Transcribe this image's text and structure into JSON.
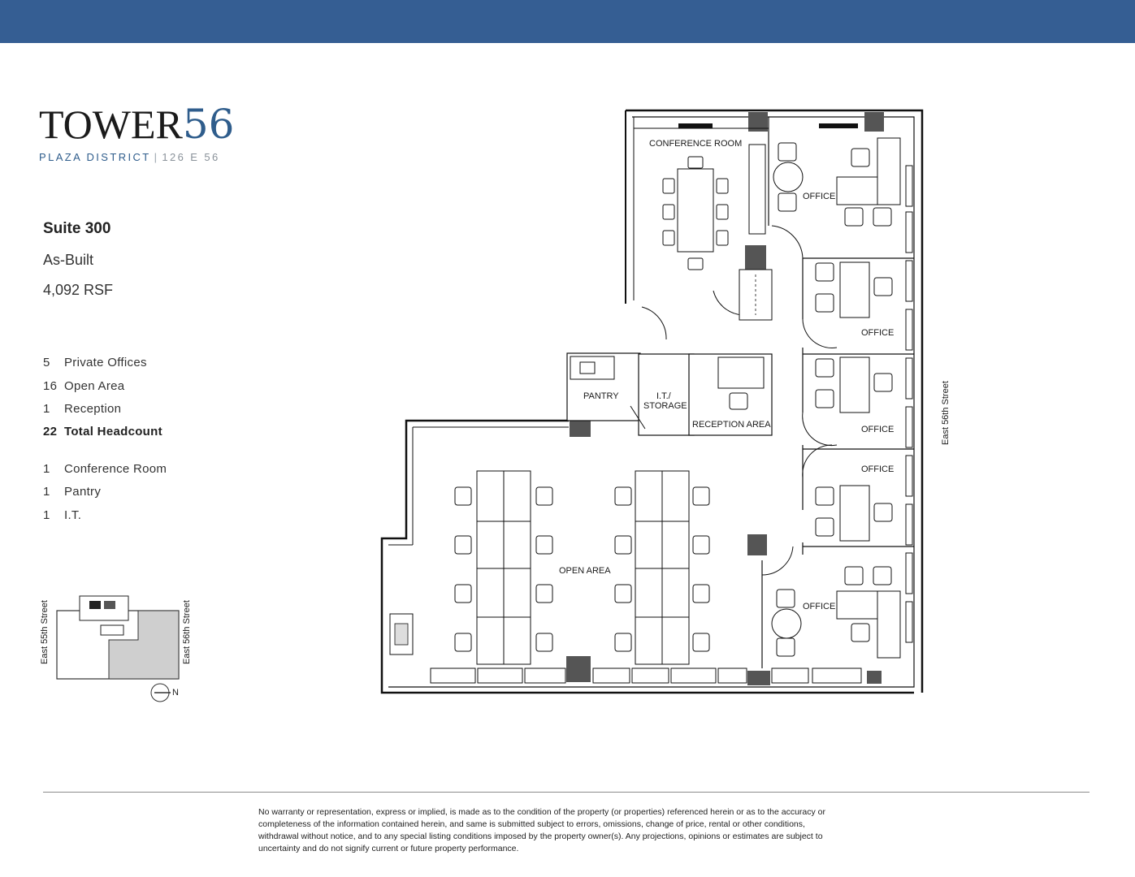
{
  "header": {
    "bar_color": "#355e93"
  },
  "brand": {
    "wordmark": "TOWER",
    "number": "56",
    "district": "PLAZA DISTRICT",
    "separator": "|",
    "address": "126 E 56",
    "accent": "#2f5d8c"
  },
  "suite": {
    "title": "Suite 300",
    "status": "As-Built",
    "area": "4,092 RSF"
  },
  "stats": [
    {
      "count": "5",
      "label": "Private Offices"
    },
    {
      "count": "16",
      "label": "Open Area"
    },
    {
      "count": "1",
      "label": "Reception"
    },
    {
      "count": "22",
      "label": "Total Headcount"
    },
    {
      "count": "1",
      "label": "Conference Room"
    },
    {
      "count": "1",
      "label": "Pantry"
    },
    {
      "count": "1",
      "label": "I.T."
    }
  ],
  "key_plan": {
    "street_left": "East 55th Street",
    "street_right": "East 56th Street",
    "north": "N"
  },
  "floor_plan": {
    "rooms": {
      "conference": "CONFERENCE ROOM",
      "office_1": "OFFICE",
      "office_2": "OFFICE",
      "office_3": "OFFICE",
      "office_4": "OFFICE",
      "office_5": "OFFICE",
      "pantry": "PANTRY",
      "it_line1": "I.T./",
      "it_line2": "STORAGE",
      "reception": "RECEPTION AREA",
      "open_area": "OPEN AREA"
    },
    "street": "East 56th Street",
    "column_colors": "#555555"
  },
  "disclaimer": "No warranty or representation, express or implied, is made as to the condition of the property (or properties) referenced herein or as to the accuracy or completeness of the information contained herein, and same is submitted subject to errors, omissions, change of price, rental or other conditions, withdrawal without notice, and to any special listing conditions imposed by the property owner(s). Any projections, opinions or estimates are subject to uncertainty and do not signify current or future property performance."
}
